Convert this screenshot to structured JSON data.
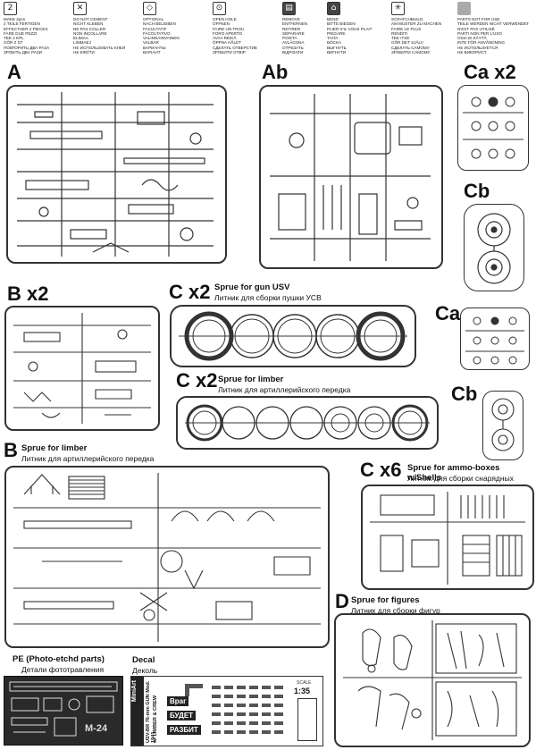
{
  "legend": [
    {
      "icon": "2",
      "icon_name": "two-parts-icon",
      "lines": [
        "MAKE 2pcs",
        "2 TEILE FERTIGEN",
        "EFFECTUER 2 PIECES",
        "FARE DUE PEZZI",
        "TEE 2 KPL",
        "GÖR 2 ST",
        "ПОВТОРИТЬ ДВА РАЗА",
        "ЗРОБІТЬ ДВА РАЗИ"
      ]
    },
    {
      "icon": "✕",
      "icon_name": "no-cement-icon",
      "lines": [
        "DO NOT CEMENT",
        "NICHT KLEBEN",
        "NE PAS COLLER",
        "NON INCOLLARE",
        "ELIMAA",
        "LIMMAEJ",
        "НЕ ИСПОЛЬЗОВАТЬ КЛЕЙ",
        "НЕ КЛЕЇТИ"
      ]
    },
    {
      "icon": "◇",
      "icon_name": "optional-icon",
      "lines": [
        "OPTIONAL",
        "NACH BELIEBEN",
        "FACULTATIF",
        "FACOLTATIVO",
        "VALINNAINVAINEN",
        "VALBAR",
        "ВАРИАНТЫ",
        "ВАРІАНТ"
      ]
    },
    {
      "icon": "⊙",
      "icon_name": "open-hole-icon",
      "lines": [
        "OPEN HOLE",
        "ÖFFNEN",
        "FAIRE UN TROU",
        "FORO APERTO",
        "AVAA REIKÄ",
        "ÖPPNA HÅLET",
        "СДЕЛАТЬ ОТВЕРСТИЕ",
        "ЗРОБИТИ ОТВІР"
      ]
    },
    {
      "icon": "▤",
      "icon_name": "remove-icon",
      "lines": [
        "REMOVE",
        "ENTFERNEN",
        "RETIRER",
        "SEPARARE",
        "POISTA",
        "AVLÄGSNA",
        "ОТРЕЗАТЬ",
        "ВІДРІЗАТИ"
      ]
    },
    {
      "icon": "⌂",
      "icon_name": "bend-icon",
      "lines": [
        "BEND",
        "BITTE BIEGEN",
        "PLIER S'IL VOUS PLAIT",
        "PIEGARE",
        "TAITA",
        "BÖCKA",
        "ВЫГНУТЬ",
        "ВИГНУТИ"
      ]
    },
    {
      "icon": "✳",
      "icon_name": "scratchbuild-icon",
      "lines": [
        "SCRATCHBUILD",
        "AM MUSTER ZU MACHEN",
        "FAIRE LE PLUS",
        "RENDITI",
        "TEE ITSE",
        "GÖR DET SJÄLV",
        "СДЕЛАТЬ САМОМУ",
        "ЗРОБИТИ САМОМУ"
      ]
    },
    {
      "icon": "",
      "icon_name": "not-for-use-icon",
      "lines": [
        "PARTS NOT FOR USE",
        "TEILE WERDEN NICHT VERWENDET",
        "N'EST PAS UTILISÉ",
        "PARTI NON PER L'USO",
        "OSIA EI KÄYTÄ",
        "INTE FÖR ANVÄNDNING",
        "НЕ ИСПОЛЬЗУЕТСЯ",
        "НЕ ВИКОРИСТ."
      ]
    }
  ],
  "sprues": {
    "a": {
      "label": "A"
    },
    "ab": {
      "label": "Ab"
    },
    "ca2": {
      "label": "Ca x2"
    },
    "cb_top": {
      "label": "Cb"
    },
    "b2": {
      "label": "B x2"
    },
    "c2_gun": {
      "label": "C x2",
      "title": "Sprue for gun USV",
      "subtitle": "Литник для  сборки пушки УСВ"
    },
    "ca": {
      "label": "Ca"
    },
    "c2_limber": {
      "label": "C x2",
      "title": "Sprue for limber",
      "subtitle": "Литник для артиллерийского передка"
    },
    "cb": {
      "label": "Cb"
    },
    "b_limber": {
      "label": "B",
      "title": "Sprue for limber",
      "subtitle": "Литник для артиллерийского передка"
    },
    "c6": {
      "label": "C x6",
      "title": "Sprue for ammo-boxes w/Shells",
      "subtitle": "Литник для сборки снарядных ящиков"
    },
    "d": {
      "label": "D",
      "title": "Sprue for figures",
      "subtitle": "Литник для сборки фигур"
    },
    "pe": {
      "title": "PE (Photo-etchd parts)",
      "subtitle": "Детали фототравления"
    },
    "decal": {
      "title": "Decal",
      "subtitle": "Деколь"
    }
  },
  "decal_sheet": {
    "brand": "MiniArt",
    "product": "USV-BR 76-mm GUN Mod. 1941",
    "product_sub": "w/ LIMBER & CREW",
    "scale_label": "SCALE",
    "scale": "1:35",
    "slogans": [
      "Враг",
      "БУДЕТ",
      "РАЗБИТ"
    ]
  },
  "pe_sheet": {
    "marking": "M-24"
  }
}
